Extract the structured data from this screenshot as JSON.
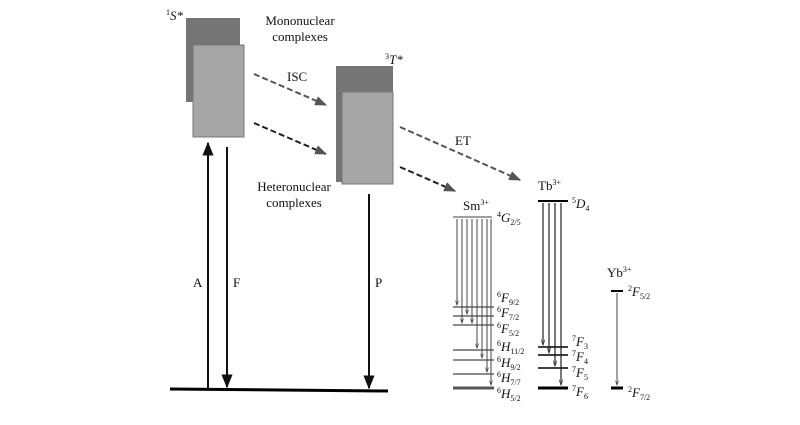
{
  "labels": {
    "singlet_state": "S*",
    "singlet_multiplicity": "1",
    "triplet_state": "T*",
    "triplet_multiplicity": "3",
    "mononuclear_line1": "Mononuclear",
    "mononuclear_line2": "complexes",
    "heteronuclear_line1": "Heteronuclear",
    "heteronuclear_line2": "complexes",
    "isc": "ISC",
    "et": "ET",
    "absorption": "A",
    "fluorescence": "F",
    "phosphorescence": "P"
  },
  "ions": {
    "sm": {
      "name": "Sm",
      "charge": "3+",
      "levels": [
        {
          "mult": "4",
          "sym": "G",
          "j": "2/5"
        },
        {
          "mult": "6",
          "sym": "F",
          "j": "9/2"
        },
        {
          "mult": "6",
          "sym": "F",
          "j": "7/2"
        },
        {
          "mult": "6",
          "sym": "F",
          "j": "5/2"
        },
        {
          "mult": "6",
          "sym": "H",
          "j": "11/2"
        },
        {
          "mult": "6",
          "sym": "H",
          "j": "9/2"
        },
        {
          "mult": "6",
          "sym": "H",
          "j": "7/7"
        },
        {
          "mult": "6",
          "sym": "H",
          "j": "5/2"
        }
      ]
    },
    "tb": {
      "name": "Tb",
      "charge": "3+",
      "levels": [
        {
          "mult": "5",
          "sym": "D",
          "j": "4"
        },
        {
          "mult": "7",
          "sym": "F",
          "j": "3"
        },
        {
          "mult": "7",
          "sym": "F",
          "j": "4"
        },
        {
          "mult": "7",
          "sym": "F",
          "j": "5"
        },
        {
          "mult": "7",
          "sym": "F",
          "j": "6"
        }
      ]
    },
    "yb": {
      "name": "Yb",
      "charge": "3+",
      "levels": [
        {
          "mult": "2",
          "sym": "F",
          "j": "5/2"
        },
        {
          "mult": "2",
          "sym": "F",
          "j": "7/2"
        }
      ]
    }
  },
  "colors": {
    "box_dark": "#757575",
    "box_light": "#a6a6a6",
    "line": "#000000",
    "dashed_grey": "#555555",
    "thin_grey": "#666666"
  }
}
